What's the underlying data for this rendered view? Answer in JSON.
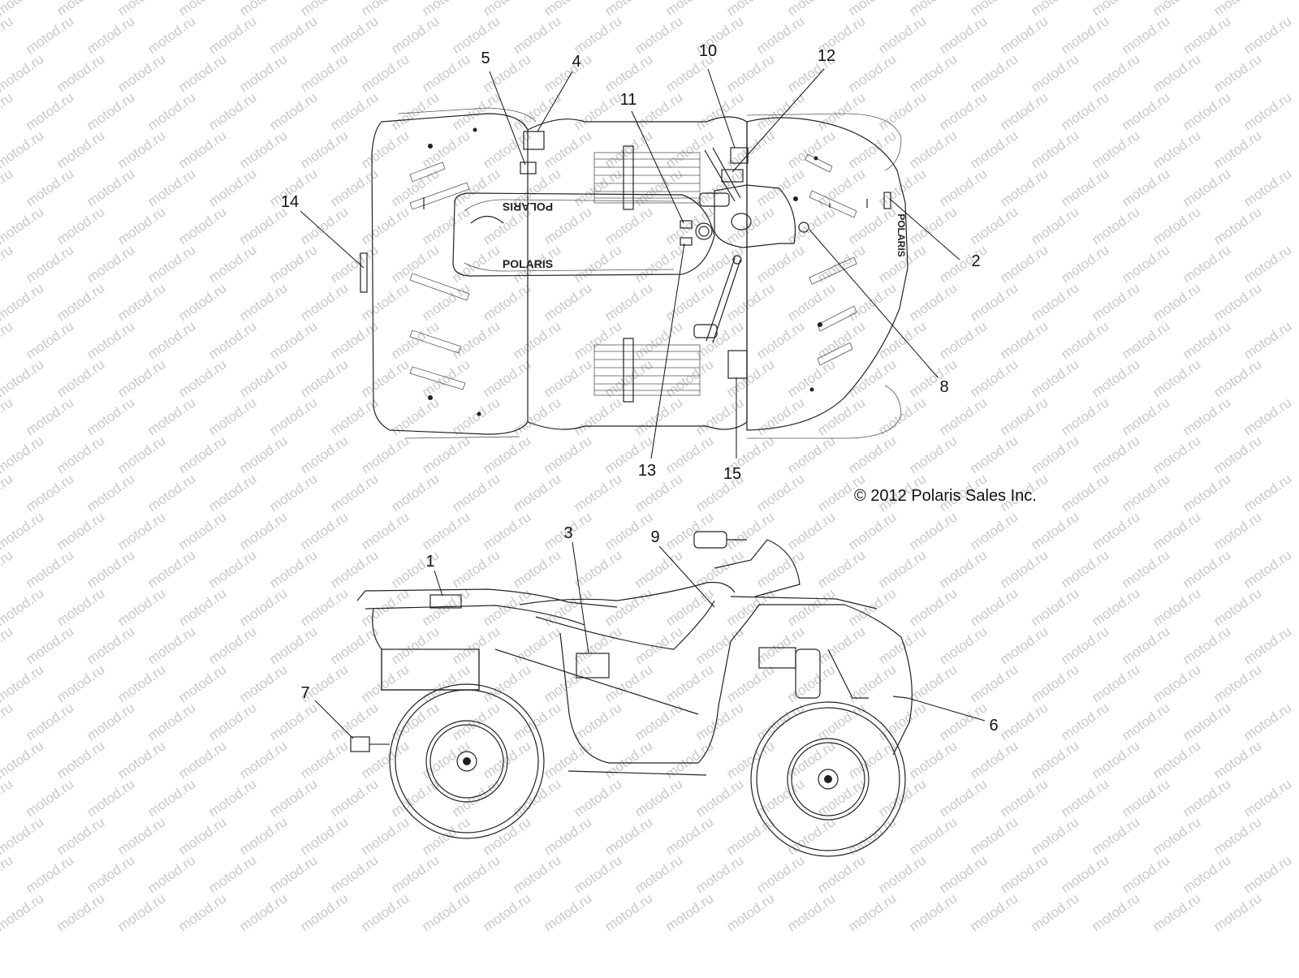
{
  "watermark": "motod.ru",
  "copyright": "© 2012 Polaris Sales Inc.",
  "brand_text": "POLARIS",
  "callouts": {
    "c1": "1",
    "c2": "2",
    "c3": "3",
    "c4": "4",
    "c5": "5",
    "c6": "6",
    "c7": "7",
    "c8": "8",
    "c9": "9",
    "c10": "10",
    "c11": "11",
    "c12": "12",
    "c13": "13",
    "c14": "14",
    "c15": "15"
  }
}
